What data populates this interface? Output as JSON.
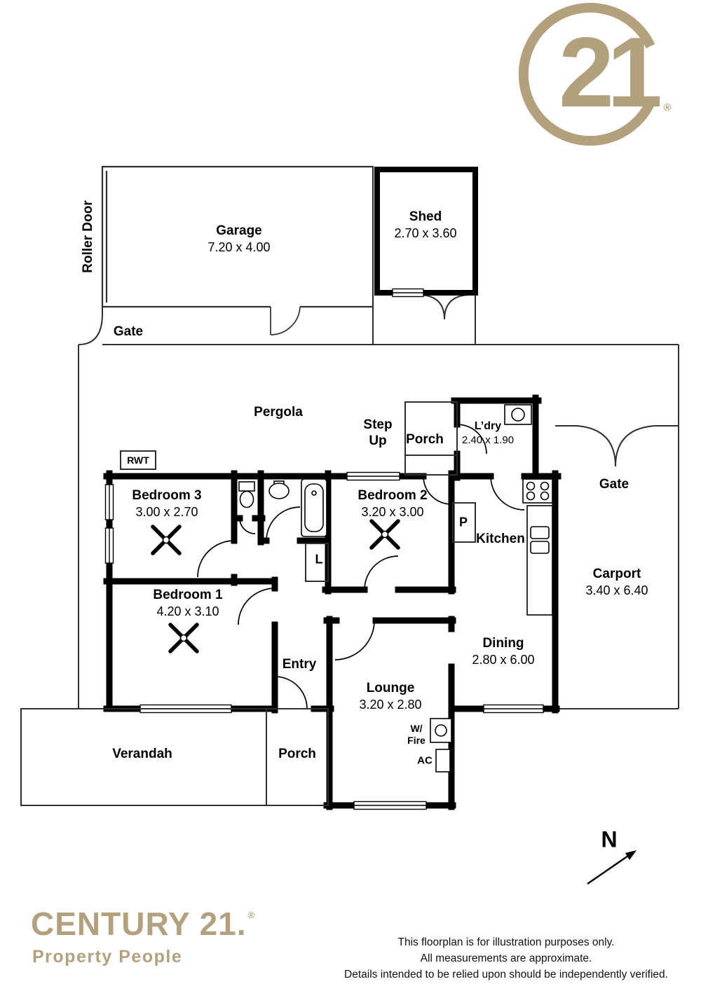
{
  "logo": {
    "numeral": "21",
    "registered": "®"
  },
  "plan": {
    "roller_door": "Roller Door",
    "garage": {
      "name": "Garage",
      "dims": "7.20 x 4.00"
    },
    "shed": {
      "name": "Shed",
      "dims": "2.70 x 3.60"
    },
    "gate_left": "Gate",
    "gate_right": "Gate",
    "pergola": "Pergola",
    "step_up_line1": "Step",
    "step_up_line2": "Up",
    "porch_upper": "Porch",
    "laundry": {
      "name": "L’dry",
      "dims": "2.40 x 1.90"
    },
    "rwt": "RWT",
    "bedroom3": {
      "name": "Bedroom 3",
      "dims": "3.00 x 2.70"
    },
    "bedroom2": {
      "name": "Bedroom 2",
      "dims": "3.20 x 3.00"
    },
    "kitchen": "Kitchen",
    "pantry": "P",
    "linen": "L",
    "carport": {
      "name": "Carport",
      "dims": "3.40 x 6.40"
    },
    "bedroom1": {
      "name": "Bedroom 1",
      "dims": "4.20 x 3.10"
    },
    "entry": "Entry",
    "dining": {
      "name": "Dining",
      "dims": "2.80 x 6.00"
    },
    "lounge": {
      "name": "Lounge",
      "dims": "3.20 x 2.80"
    },
    "wfire_line1": "W/",
    "wfire_line2": "Fire",
    "ac": "AC",
    "verandah": "Verandah",
    "porch_lower": "Porch",
    "compass": "N"
  },
  "branding": {
    "wordmark": "CENTURY 21.",
    "registered": "®",
    "tagline": "Property People"
  },
  "disclaimer": {
    "line1": "This floorplan is for illustration purposes only.",
    "line2": "All measurements are approximate.",
    "line3": "Details intended to be relied upon should be independently verified."
  },
  "colors": {
    "brand_gold": "#b3a17e",
    "wall_black": "#000000"
  }
}
